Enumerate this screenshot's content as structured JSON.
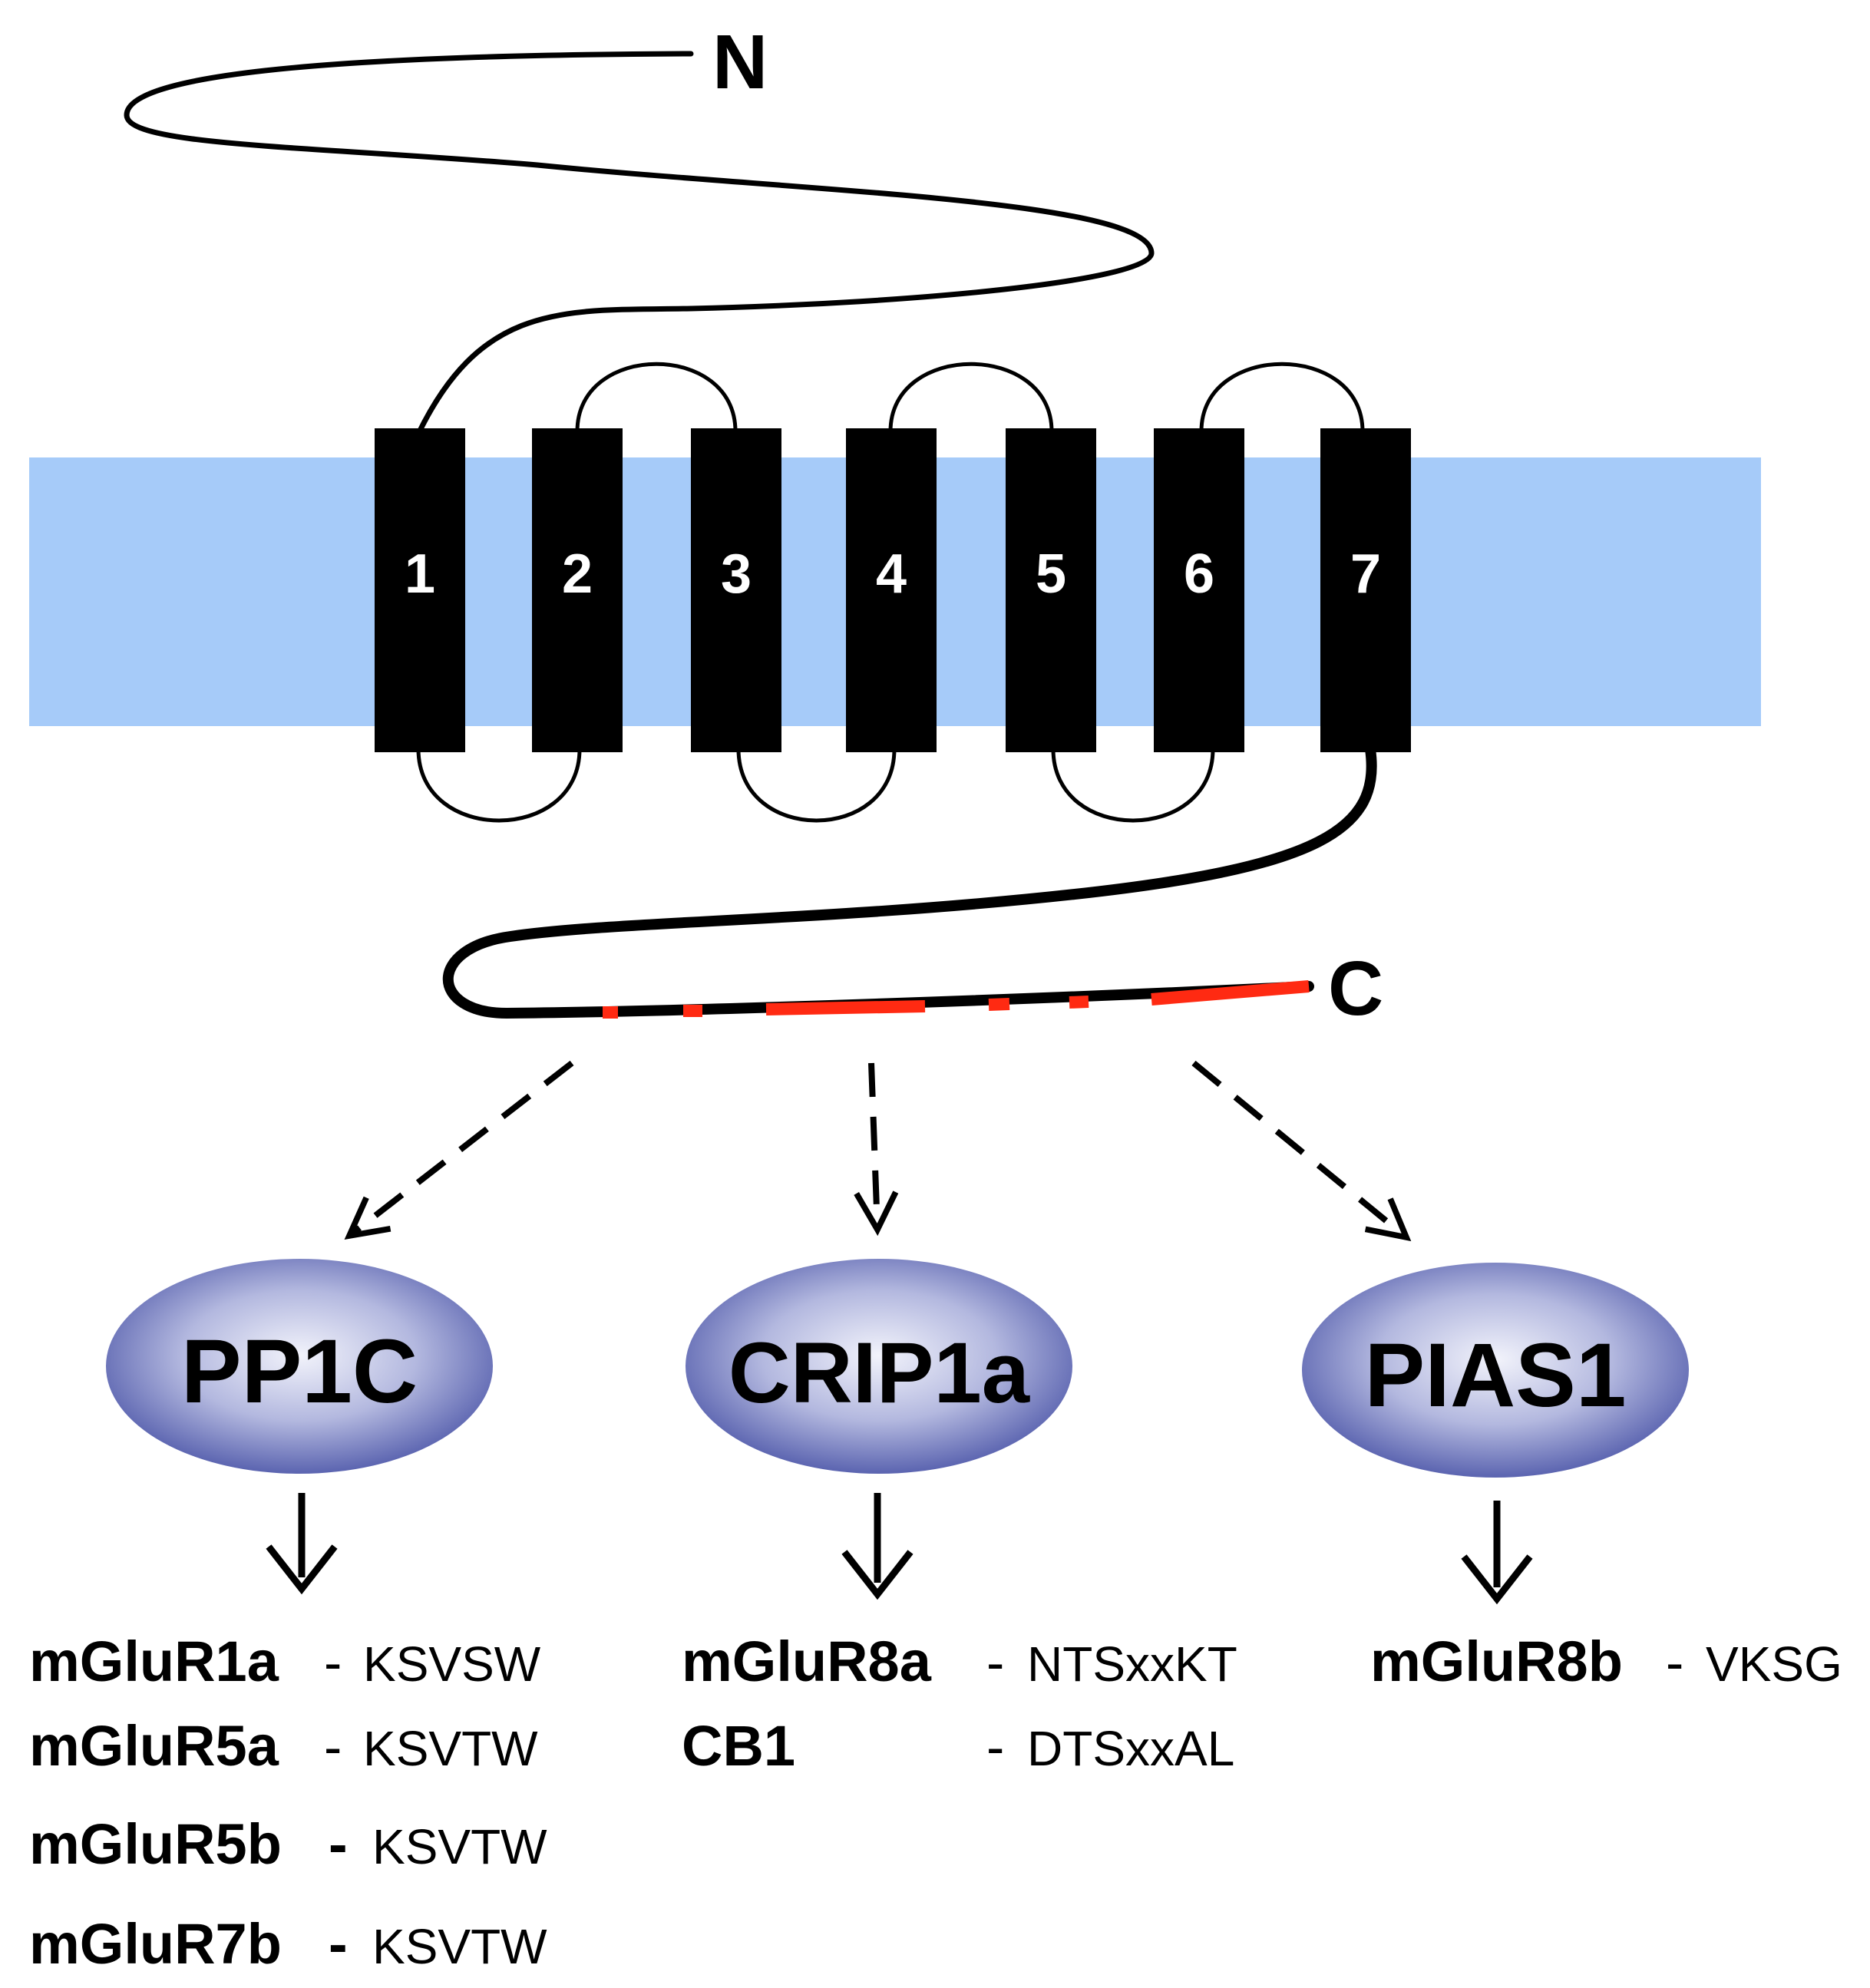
{
  "terminals": {
    "n": "N",
    "c": "C"
  },
  "helices": [
    "1",
    "2",
    "3",
    "4",
    "5",
    "6",
    "7"
  ],
  "colors": {
    "membrane": "#a6cbf9",
    "helix": "#000000",
    "strand": "#000000",
    "motif": "#ff2a12",
    "ellipse_center": "#f2f3fb",
    "ellipse_edge": "#5b64b0"
  },
  "partners": [
    {
      "name": "PP1C",
      "targets": [
        {
          "receptor": "mGluR1a",
          "motif": "KSVSW"
        },
        {
          "receptor": "mGluR5a",
          "motif": "KSVTW"
        },
        {
          "receptor": "mGluR5b",
          "motif": "KSVTW"
        },
        {
          "receptor": "mGluR7b",
          "motif": "KSVTW"
        }
      ]
    },
    {
      "name": "CRIP1a",
      "targets": [
        {
          "receptor": "mGluR8a",
          "motif": "NTSxxKT"
        },
        {
          "receptor": "CB1",
          "motif": "DTSxxAL"
        }
      ]
    },
    {
      "name": "PIAS1",
      "targets": [
        {
          "receptor": "mGluR8b",
          "motif": "VKSG"
        }
      ]
    }
  ]
}
